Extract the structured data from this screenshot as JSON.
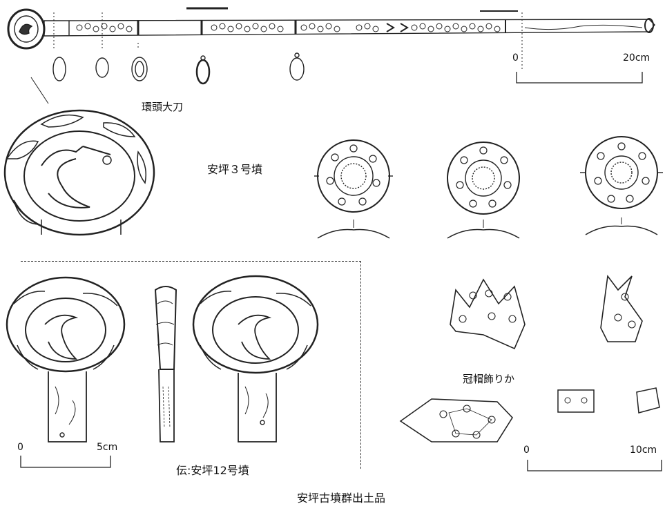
{
  "captions": {
    "sword": "環頭大刀",
    "tomb3": "安坪３号墳",
    "crown": "冠帽飾りか",
    "tomb12": "伝:安坪12号墳",
    "main": "安坪古墳群出土品"
  },
  "scales": {
    "sword": {
      "start": "0",
      "end": "20cm"
    },
    "pommel": {
      "start": "0",
      "end": "5cm"
    },
    "crown": {
      "start": "0",
      "end": "10cm"
    }
  }
}
